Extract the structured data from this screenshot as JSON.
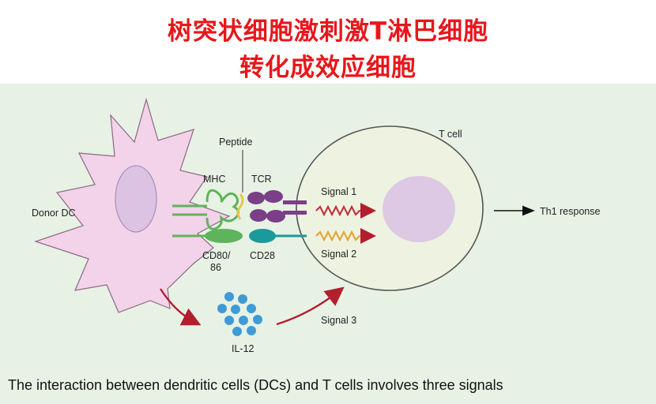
{
  "title_line1": "树突状细胞激刺激T淋巴细胞",
  "title_line2": "转化成效应细胞",
  "labels": {
    "peptide": "Peptide",
    "t_cell": "T cell",
    "mhc": "MHC",
    "tcr": "TCR",
    "signal1": "Signal 1",
    "signal2": "Signal 2",
    "signal3": "Signal 3",
    "donor_dc": "Donor DC",
    "th1": "Th1 response",
    "cd80": "CD80/",
    "cd86": "86",
    "cd28": "CD28",
    "il12": "IL-12"
  },
  "caption": "The interaction between dendritic cells (DCs) and T cells involves three signals",
  "colors": {
    "title": "#e8161b",
    "background_panel": "#e7f2e5",
    "dc_body": "#f3d3ea",
    "nucleus": "#dcc3e4",
    "mhc": "#5fb35a",
    "peptide": "#e6c74a",
    "tcr": "#7a3f86",
    "cd28": "#1a9a9a",
    "signal1": "#c62a3a",
    "signal2": "#e6a22a",
    "il12": "#3f9bd6",
    "arrow_red": "#b21f2d"
  }
}
